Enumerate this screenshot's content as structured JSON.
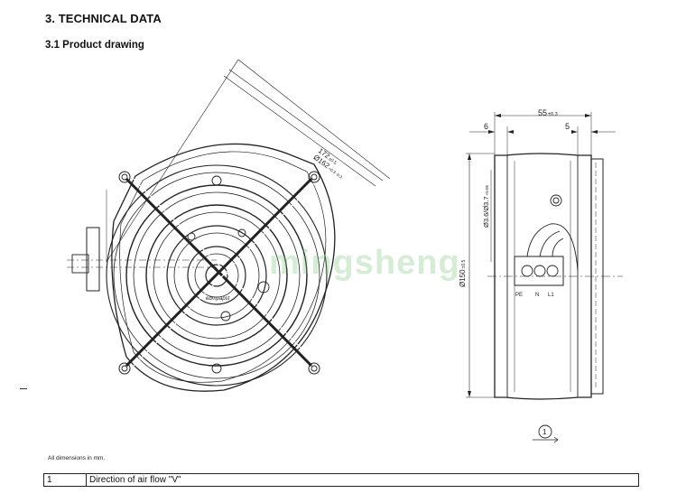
{
  "header": {
    "section_title": "3. TECHNICAL DATA",
    "subsection_title": "3.1 Product drawing"
  },
  "drawing": {
    "dim_diag_outer": "172",
    "dim_diag_outer_tol": "±0.5",
    "dim_diag_inner": "Ø162",
    "dim_diag_inner_tol": "+0.3 -0.3",
    "dim_width": "55",
    "dim_width_tol": "±0.3",
    "dim_left": "6",
    "dim_right": "5",
    "dim_hole": "Ø3.6/Ø3.7",
    "dim_hole_tol": "+0.05",
    "dim_diameter": "Ø150",
    "dim_diameter_tol": "±0.5",
    "terminal_labels": [
      "PE",
      "N",
      "L1"
    ],
    "callout_number": "1",
    "brand_text": "ebmpapst"
  },
  "watermark": "mingsheng",
  "footer": {
    "note": "All dimensions in mm.",
    "legend": [
      {
        "num": "1",
        "text": "Direction of air flow \"V\""
      }
    ]
  },
  "colors": {
    "line": "#222222",
    "watermark": "#78c878"
  }
}
